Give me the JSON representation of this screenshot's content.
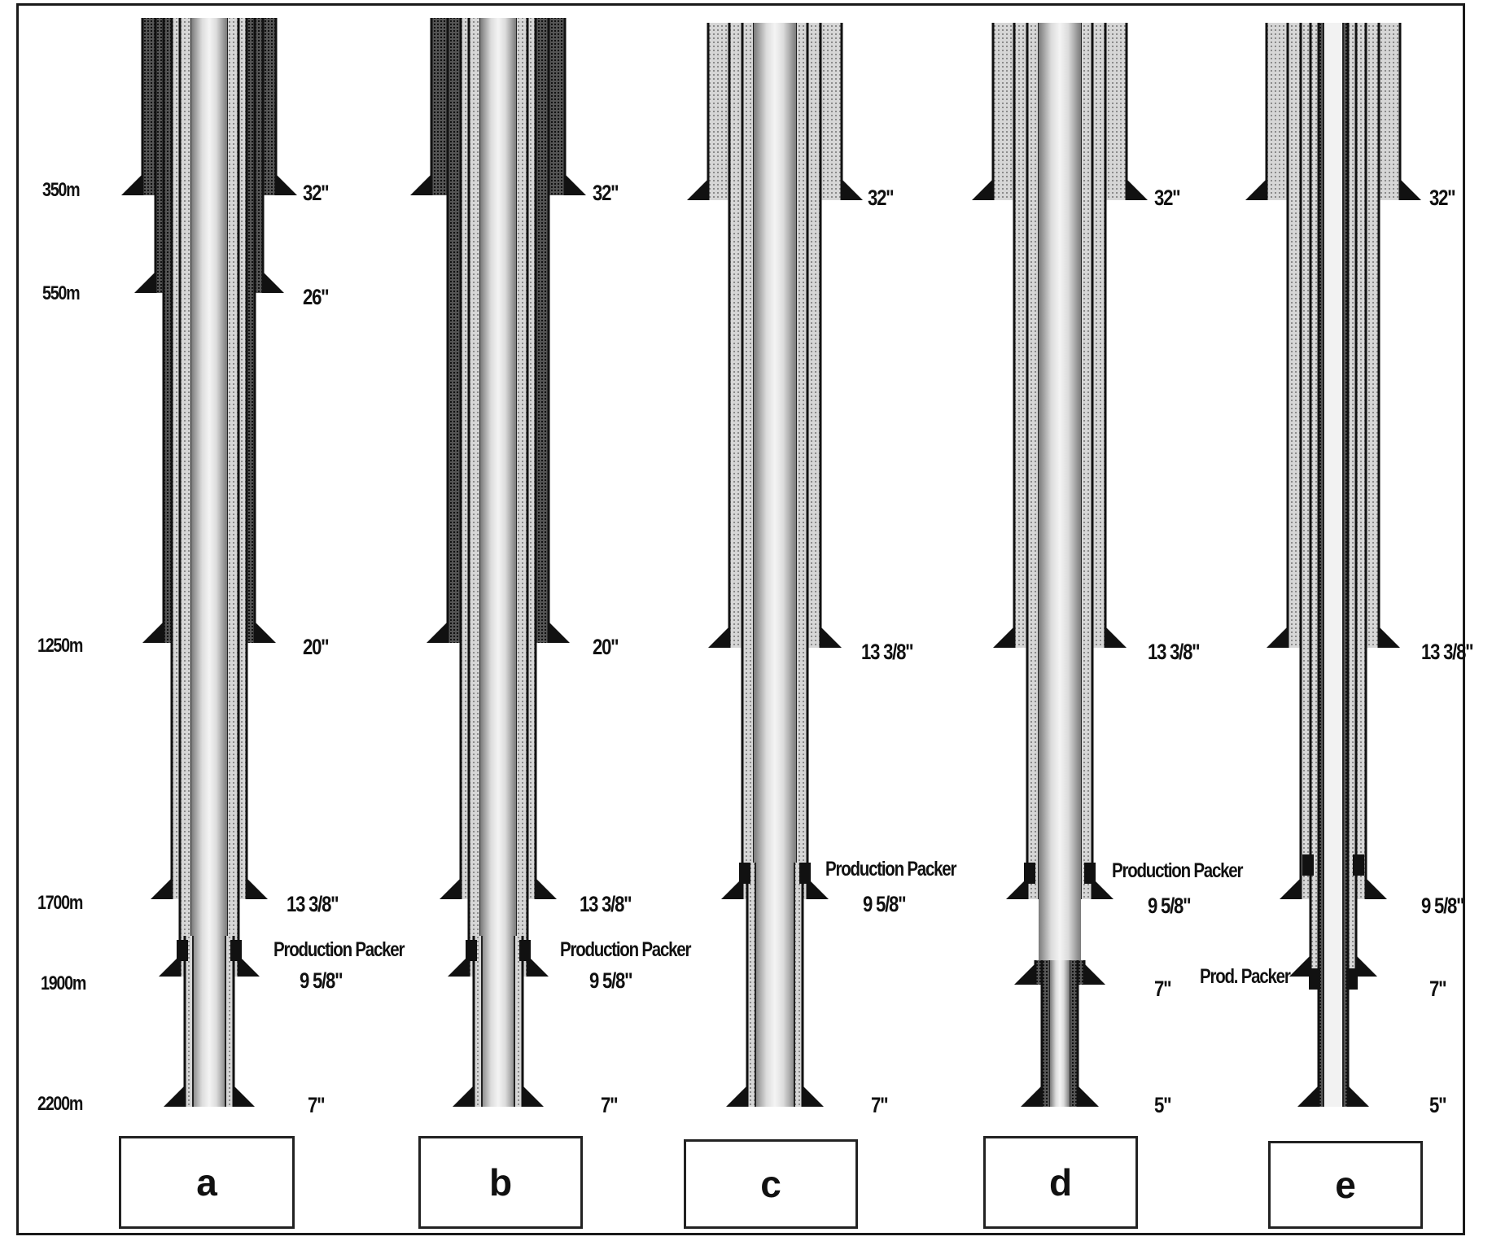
{
  "depth_labels": [
    "350m",
    "550m",
    "1250m",
    "1700m",
    "1900m",
    "2200m"
  ],
  "panels": [
    {
      "label": "a",
      "casing_labels": [
        "32\"",
        "26\"",
        "20\"",
        "13 3/8\"",
        "9 5/8\"",
        "7\""
      ],
      "packer_label": "Production Packer"
    },
    {
      "label": "b",
      "casing_labels": [
        "32\"",
        "20\"",
        "13 3/8\"",
        "9 5/8\"",
        "7\""
      ],
      "packer_label": "Production Packer"
    },
    {
      "label": "c",
      "casing_labels": [
        "32\"",
        "13 3/8\"",
        "9 5/8\"",
        "7\""
      ],
      "packer_label": "Production Packer"
    },
    {
      "label": "d",
      "casing_labels": [
        "32\"",
        "13 3/8\"",
        "9 5/8\"",
        "7\"",
        "5\""
      ],
      "packer_label": "Production Packer"
    },
    {
      "label": "e",
      "casing_labels": [
        "32\"",
        "13 3/8\"",
        "9 5/8\"",
        "7\"",
        "5\""
      ],
      "packer_label": "Prod. Packer"
    }
  ]
}
